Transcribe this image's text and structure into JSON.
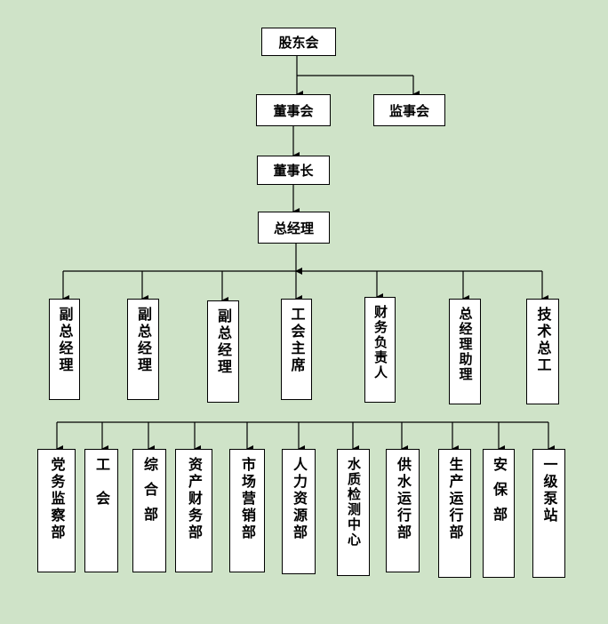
{
  "top": {
    "shareholders": "股东会",
    "board": "董事会",
    "supervisors": "监事会",
    "chairman": "董事长",
    "gm": "总经理"
  },
  "managers": [
    "副总经理",
    "副总经理",
    "副总经理",
    "工会主席",
    "财务负责人",
    "总经理助理",
    "技术总工"
  ],
  "departments": [
    "党务监察部",
    "工会",
    "综合部",
    "资产财务部",
    "市场营销部",
    "人力资源部",
    "水质检测中心",
    "供水运行部",
    "生产运行部",
    "安保部",
    "一级泵站"
  ]
}
